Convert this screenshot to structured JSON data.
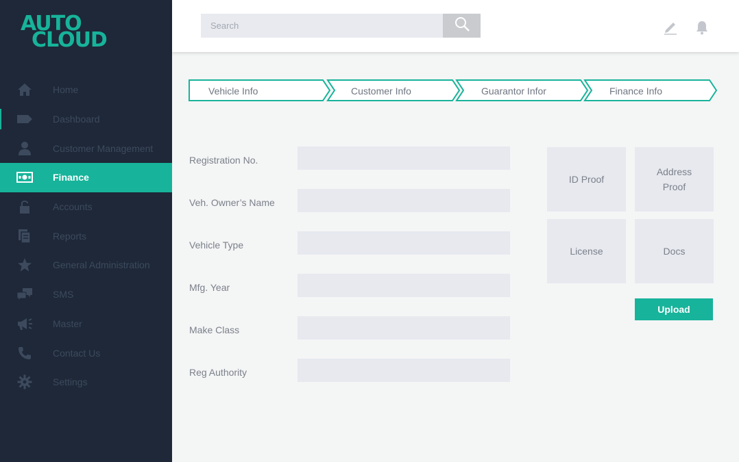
{
  "app": {
    "logo_line1": "AUTO",
    "logo_line2": "CLOUD",
    "accent_color": "#17b39a",
    "sidebar_color": "#1e2838"
  },
  "sidebar": {
    "items": [
      {
        "label": "Home",
        "icon": "home-icon"
      },
      {
        "label": "Dashboard",
        "icon": "tag-icon"
      },
      {
        "label": "Customer Management",
        "icon": "user-icon"
      },
      {
        "label": "Finance",
        "icon": "money-icon",
        "active": true
      },
      {
        "label": "Accounts",
        "icon": "lock-icon"
      },
      {
        "label": "Reports",
        "icon": "document-icon"
      },
      {
        "label": "General Administration",
        "icon": "star-icon"
      },
      {
        "label": "SMS",
        "icon": "chat-icon"
      },
      {
        "label": "Master",
        "icon": "megaphone-icon"
      },
      {
        "label": "Contact Us",
        "icon": "phone-icon"
      },
      {
        "label": "Settings",
        "icon": "gear-icon"
      }
    ]
  },
  "header": {
    "search_placeholder": "Search",
    "icons": [
      "search-icon",
      "pencil-icon",
      "bell-icon"
    ]
  },
  "steps": [
    {
      "label": "Vehicle Info"
    },
    {
      "label": "Customer Info"
    },
    {
      "label": "Guarantor Infor"
    },
    {
      "label": "Finance Info"
    }
  ],
  "form": {
    "fields": [
      {
        "label": "Registration No.",
        "value": ""
      },
      {
        "label": "Veh. Owner’s Name",
        "value": ""
      },
      {
        "label": "Vehicle Type",
        "value": ""
      },
      {
        "label": "Mfg. Year",
        "value": ""
      },
      {
        "label": "Make Class",
        "value": ""
      },
      {
        "label": "Reg Authority",
        "value": ""
      }
    ]
  },
  "documents": {
    "id_proof": "ID Proof",
    "address_proof_line1": "Address",
    "address_proof_line2": "Proof",
    "license": "License",
    "docs": "Docs",
    "upload_label": "Upload"
  }
}
